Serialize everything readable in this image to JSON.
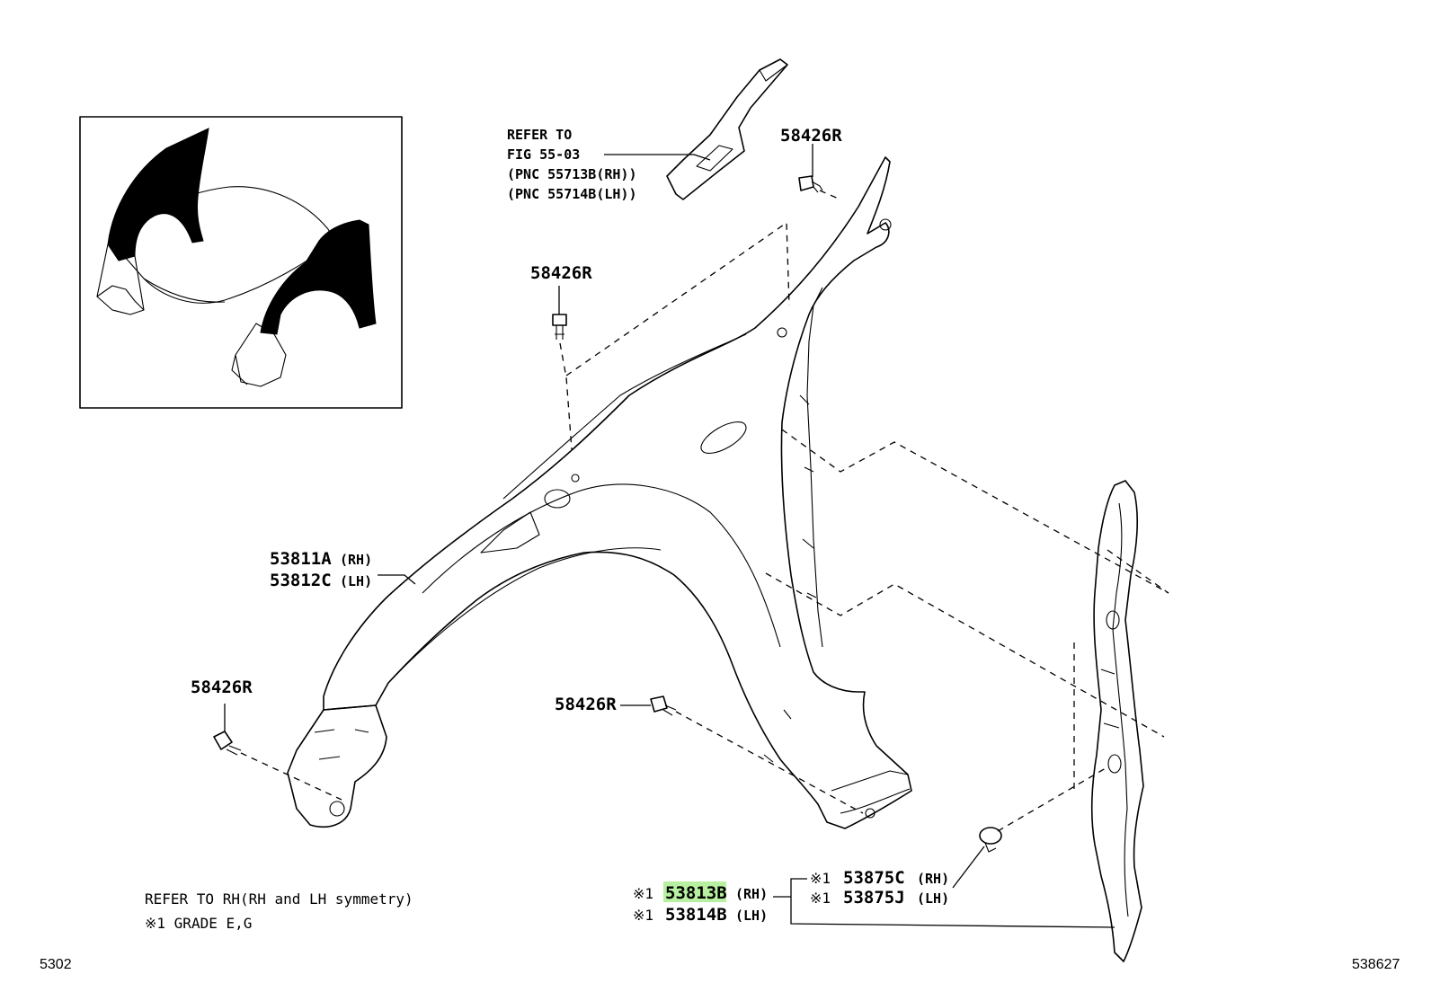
{
  "labels": {
    "refer_line1": "REFER TO",
    "refer_line2": "FIG 55-03",
    "refer_line3": "(PNC 55713B(RH))",
    "refer_line4": "(PNC 55714B(LH))",
    "bolt_top_right": "58426R",
    "bolt_top_left": "58426R",
    "fender_rh_code": "53811A",
    "fender_rh_side": "(RH)",
    "fender_lh_code": "53812C",
    "fender_lh_side": "(LH)",
    "bolt_bottom_left": "58426R",
    "bolt_bottom_mid": "58426R",
    "clip_mark1": "※1",
    "clip_rh_code": "53875C",
    "clip_rh_side": "(RH)",
    "clip_mark2": "※1",
    "clip_lh_code": "53875J",
    "clip_lh_side": "(LH)",
    "seal_mark1": "※1",
    "seal_rh_code": "53813B",
    "seal_rh_side": "(RH)",
    "seal_mark2": "※1",
    "seal_lh_code": "53814B",
    "seal_lh_side": "(LH)"
  },
  "notes": {
    "symmetry": "REFER TO RH(RH and LH symmetry)",
    "grade": "※1 GRADE E,G"
  },
  "corners": {
    "left": "5302",
    "right": "538627"
  },
  "colors": {
    "highlight": "#b6f0a0",
    "ink": "#000000"
  }
}
